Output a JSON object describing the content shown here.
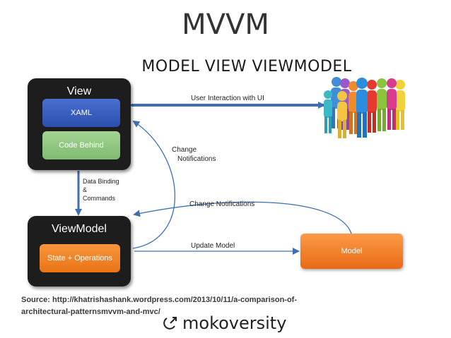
{
  "slide": {
    "title": "MVVM",
    "subtitle": "MODEL VIEW VIEWMODEL"
  },
  "view": {
    "title": "View",
    "xaml": "XAML",
    "code_behind": "Code Behind"
  },
  "viewmodel": {
    "title": "ViewModel",
    "state": "State + Operations"
  },
  "model": {
    "label": "Model"
  },
  "labels": {
    "user_interaction": "User Interaction with UI",
    "change_notifications_line1": "Change",
    "change_notifications_line2": "Notifications",
    "data_binding_1": "Data Binding",
    "data_binding_2": "&",
    "data_binding_3": "Commands",
    "change_notifications": "Change Notifications",
    "update_model": "Update Model"
  },
  "footer": {
    "source_line1": "Source: http://khatrishashank.wordpress.com/2013/10/11/a-comparison-of-",
    "source_line2": "architectural-patternsmvvm-and-mvc/",
    "brand": "mokoversity"
  },
  "colors": {
    "xaml": "#2f57b7",
    "code_behind": "#8ec780",
    "state": "#f07f22",
    "model": "#f58a30",
    "arrow": "#3d6fb2",
    "dark_box": "#1d1d1d"
  },
  "icons": [
    "people-crowd-icon",
    "mokoversity-logo-icon"
  ]
}
